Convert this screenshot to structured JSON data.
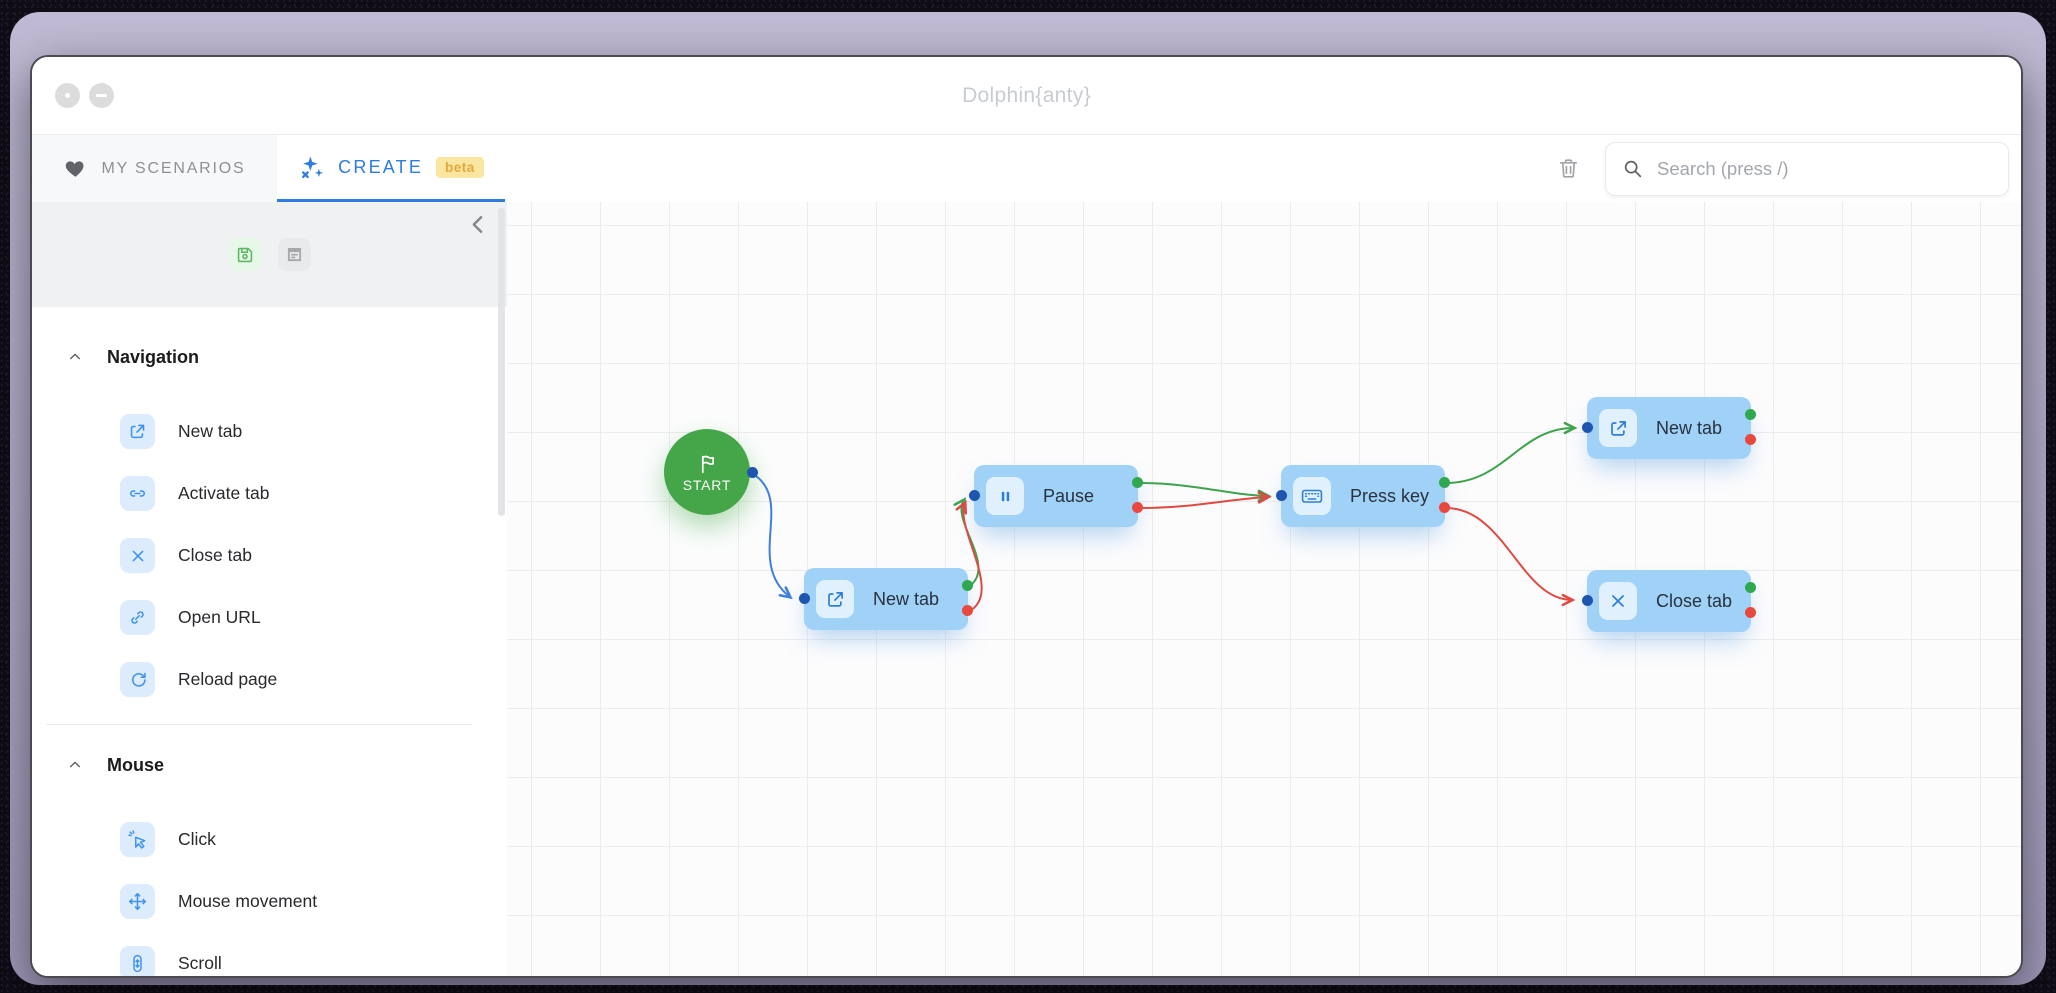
{
  "window": {
    "title": "Dolphin{anty}"
  },
  "tabs": {
    "my_scenarios": "MY SCENARIOS",
    "create": "CREATE",
    "create_badge": "beta"
  },
  "toolbar": {
    "search_placeholder": "Search (press /)"
  },
  "sidebar": {
    "sections": [
      {
        "label": "Navigation",
        "items": [
          {
            "label": "New tab",
            "icon": "new-tab-icon"
          },
          {
            "label": "Activate tab",
            "icon": "activate-tab-icon"
          },
          {
            "label": "Close tab",
            "icon": "close-tab-icon"
          },
          {
            "label": "Open URL",
            "icon": "open-url-icon"
          },
          {
            "label": "Reload page",
            "icon": "reload-page-icon"
          }
        ]
      },
      {
        "label": "Mouse",
        "items": [
          {
            "label": "Click",
            "icon": "click-icon"
          },
          {
            "label": "Mouse movement",
            "icon": "mouse-movement-icon"
          },
          {
            "label": "Scroll",
            "icon": "scroll-icon"
          }
        ]
      }
    ]
  },
  "canvas": {
    "nodes": [
      {
        "id": "start",
        "label": "START",
        "type": "start"
      },
      {
        "id": "new-tab-1",
        "label": "New tab",
        "type": "action",
        "icon": "new-tab-icon"
      },
      {
        "id": "pause",
        "label": "Pause",
        "type": "action",
        "icon": "pause-icon"
      },
      {
        "id": "press-key",
        "label": "Press key",
        "type": "action",
        "icon": "keyboard-icon"
      },
      {
        "id": "new-tab-2",
        "label": "New tab",
        "type": "action",
        "icon": "new-tab-icon"
      },
      {
        "id": "close-tab",
        "label": "Close tab",
        "type": "action",
        "icon": "close-tab-icon"
      }
    ],
    "edges": [
      {
        "from": "start",
        "to": "new-tab-1",
        "kind": "flow"
      },
      {
        "from": "new-tab-1:success",
        "to": "pause",
        "kind": "success"
      },
      {
        "from": "new-tab-1:error",
        "to": "pause",
        "kind": "error"
      },
      {
        "from": "pause:success",
        "to": "press-key",
        "kind": "success"
      },
      {
        "from": "pause:error",
        "to": "press-key",
        "kind": "error"
      },
      {
        "from": "press-key:success",
        "to": "new-tab-2",
        "kind": "success"
      },
      {
        "from": "press-key:error",
        "to": "close-tab",
        "kind": "error"
      }
    ]
  },
  "colors": {
    "accent_blue": "#2d7ce0",
    "node_fill": "#a0d2f8",
    "start_green": "#44a648",
    "port_blue": "#1d55b0",
    "port_green": "#2fa84f",
    "port_red": "#e8483e",
    "edge_blue": "#3f7fe0",
    "edge_green": "#3fa34d",
    "edge_red": "#e04a42",
    "badge_bg": "#fae6a1",
    "badge_text": "#e3a83b"
  }
}
